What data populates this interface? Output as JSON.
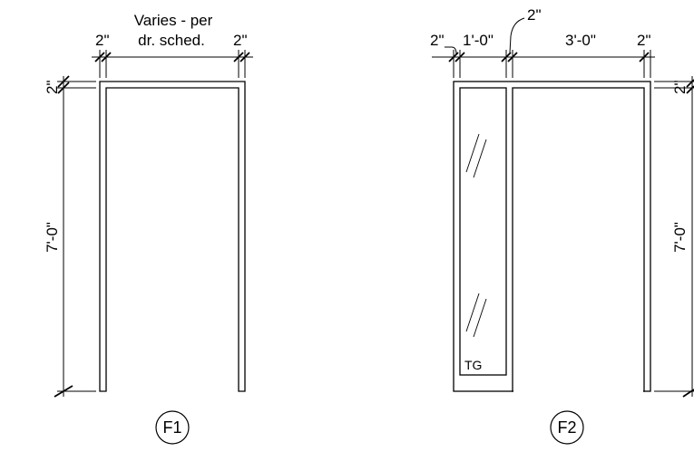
{
  "frames": [
    {
      "tag": "F1",
      "dims": {
        "left_jamb": "2\"",
        "right_jamb": "2\"",
        "opening_line1": "Varies - per",
        "opening_line2": "dr. sched.",
        "head": "2\"",
        "height": "7'-0\""
      }
    },
    {
      "tag": "F2",
      "sidelite_label": "TG",
      "dims": {
        "left_jamb": "2\"",
        "sidelite_width": "1'-0\"",
        "mullion": "2\"",
        "door_width": "3'-0\"",
        "right_jamb": "2\"",
        "head": "2\"",
        "height": "7'-0\""
      }
    }
  ]
}
